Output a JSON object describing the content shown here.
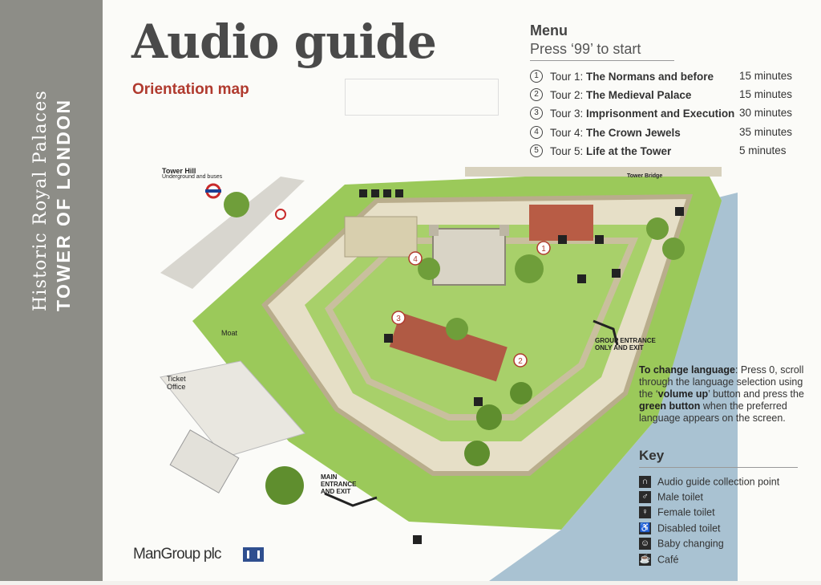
{
  "sidebar": {
    "line1": "Historic Royal Palaces",
    "line2": "TOWER OF LONDON"
  },
  "header": {
    "title": "Audio guide",
    "subtitle": "Orientation map"
  },
  "menu": {
    "title": "Menu",
    "instruction": "Press ‘99’ to start",
    "tours": [
      {
        "num": "1",
        "label": "Tour 1: ",
        "name": "The Normans and before",
        "duration": "15 minutes"
      },
      {
        "num": "2",
        "label": "Tour 2: ",
        "name": "The Medieval Palace",
        "duration": "15 minutes"
      },
      {
        "num": "3",
        "label": "Tour 3: ",
        "name": "Imprisonment and Execution",
        "duration": "30 minutes"
      },
      {
        "num": "4",
        "label": "Tour 4: ",
        "name": "The Crown Jewels",
        "duration": "35 minutes"
      },
      {
        "num": "5",
        "label": "Tour 5: ",
        "name": "Life at the Tower",
        "duration": "5 minutes"
      }
    ]
  },
  "language": {
    "t1": "To change language",
    "t2": ": Press 0, scroll through the language selection using the ‘",
    "t3": "volume up",
    "t4": "’ button and press the ",
    "t5": "green button",
    "t6": " when the preferred language appears on the screen."
  },
  "key": {
    "title": "Key",
    "items": [
      {
        "icon": "headphones-icon",
        "glyph": "∩",
        "label": "Audio guide collection point"
      },
      {
        "icon": "male-toilet-icon",
        "glyph": "♂",
        "label": "Male toilet"
      },
      {
        "icon": "female-toilet-icon",
        "glyph": "♀",
        "label": "Female toilet"
      },
      {
        "icon": "disabled-toilet-icon",
        "glyph": "♿",
        "label": "Disabled toilet"
      },
      {
        "icon": "baby-changing-icon",
        "glyph": "☺",
        "label": "Baby changing"
      },
      {
        "icon": "cafe-icon",
        "glyph": "☕",
        "label": "Café"
      }
    ]
  },
  "map": {
    "tower_hill": "Tower Hill",
    "tower_hill_sub": "Underground and buses",
    "tower_bridge": "Tower Bridge",
    "moat": "Moat",
    "ticket_office": "Ticket Office",
    "group_entrance": "GROUP ENTRANCE ONLY AND EXIT",
    "main_entrance": "MAIN ENTRANCE AND EXIT",
    "markers": [
      "1",
      "2",
      "3",
      "4"
    ]
  },
  "sponsor": {
    "name": "ManGroup plc"
  },
  "colors": {
    "grass": "#9bc95a",
    "river": "#a9c2d2",
    "accent": "#b03a2e",
    "sidebar": "#8d8d87"
  }
}
